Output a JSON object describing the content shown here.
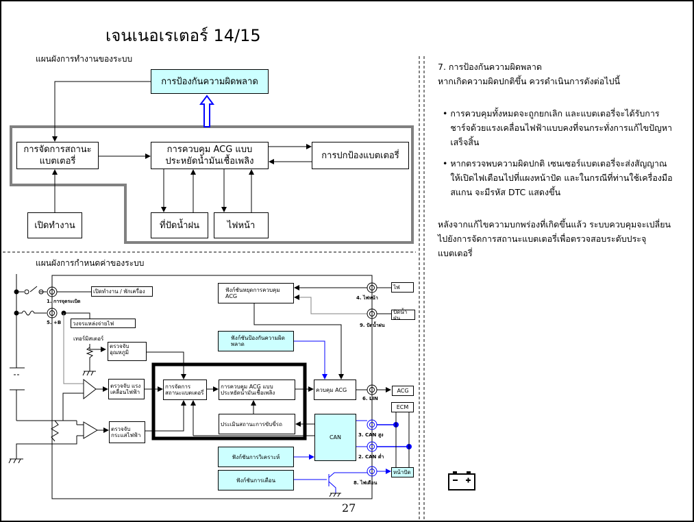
{
  "title": "เจนเนอเรเตอร์ 14/15",
  "page_number": "27",
  "upper_diagram": {
    "heading": "แผนผังการทำงานของระบบ",
    "fail_safe": "การป้องกันความผิดพลาด",
    "battery_mgmt": "การจัดการสถานะ แบตเตอรี่",
    "acg_control": "การควบคุม ACG แบบ ประหยัดน้ำมันเชื้อเพลิง",
    "battery_protect": "การปกป้องแบตเตอรี่",
    "ignition_on": "เปิดทำงาน",
    "wiper": "ที่ปัดน้ำฝน",
    "headlight": "ไฟหน้า"
  },
  "lower_diagram": {
    "heading": "แผนผังการกำหนดค่าของระบบ",
    "ignition_box": "เปิดทำงาน / พักเครื่อง",
    "pin1": "1. การจุดระเบิด",
    "pin5": "5. +B",
    "power_circuit": "วงจรแหล่งจ่ายไฟ",
    "thermistor": "เทอร์มิสเตอร์",
    "temp_detect": "ตรวจจับอุณหภูมิ",
    "voltage_detect": "ตรวจจับ แรงเคลื่อนไฟฟ้า",
    "current_detect": "ตรวจจับ กระแสไฟฟ้า",
    "battery_mgmt": "การจัดการ สถานะแบตเตอรี่",
    "acg_control": "การควบคุม ACG แบบ ประหยัดน้ำมันเชื้อเพลิง",
    "driving_eval": "ประเมินสถานะการขับขี่รถ",
    "acg_stop": "ฟังก์ชันหยุดการควบคุม ACG",
    "fail_safe_fn": "ฟังก์ชันป้องกันความผิดพลาด",
    "acg_ctrl_box": "ควบคุม ACG",
    "can": "CAN",
    "diag_fn": "ฟังก์ชันการวิเคราะห์",
    "warn_fn": "ฟังก์ชันการเตือน",
    "pin4": "4. ไฟหน้า",
    "pin9": "9. ปัดน้ำฝน",
    "pin6": "6. LIN",
    "pin3": "3. CAN สูง",
    "pin2": "2. CAN ต่ำ",
    "pin8": "8. ไฟเตือน",
    "ext_light": "ไฟ",
    "ext_wiper": "ปัดน้ำฝน",
    "ext_acg": "ACG",
    "ext_ecm": "ECM",
    "ext_meter": "หน้าปัด"
  },
  "right_text": {
    "heading": "7. การป้องกันความผิดพลาด",
    "intro": "หากเกิดความผิดปกติขึ้น ควรดำเนินการดังต่อไปนี้",
    "bullets": [
      "การควบคุมทั้งหมดจะถูกยกเลิก และแบตเตอรี่จะได้รับการชาร์จด้วยแรงเคลื่อนไฟฟ้าแบบคงที่จนกระทั่งการแก้ไขปัญหาเสร็จสิ้น",
      "หากตรวจพบความผิดปกติ เซนเซอร์แบตเตอรี่จะส่งสัญญาณให้เปิดไฟเตือนไปที่แผงหน้าปัด และในกรณีที่ท่านใช้เครื่องมือสแกน จะมีรหัส DTC แสดงขึ้น"
    ],
    "closing": "หลังจากแก้ไขความบกพร่องที่เกิดขึ้นแล้ว ระบบควบคุมจะเปลี่ยนไปยังการจัดการสถานะแบตเตอรี่เพื่อตรวจสอบระดับประจุแบตเตอรี่"
  },
  "icons": {
    "battery": "battery-icon"
  },
  "colors": {
    "accent_cyan": "#ccffff",
    "signal_blue": "#0000ff",
    "frame_gray": "#808080"
  }
}
